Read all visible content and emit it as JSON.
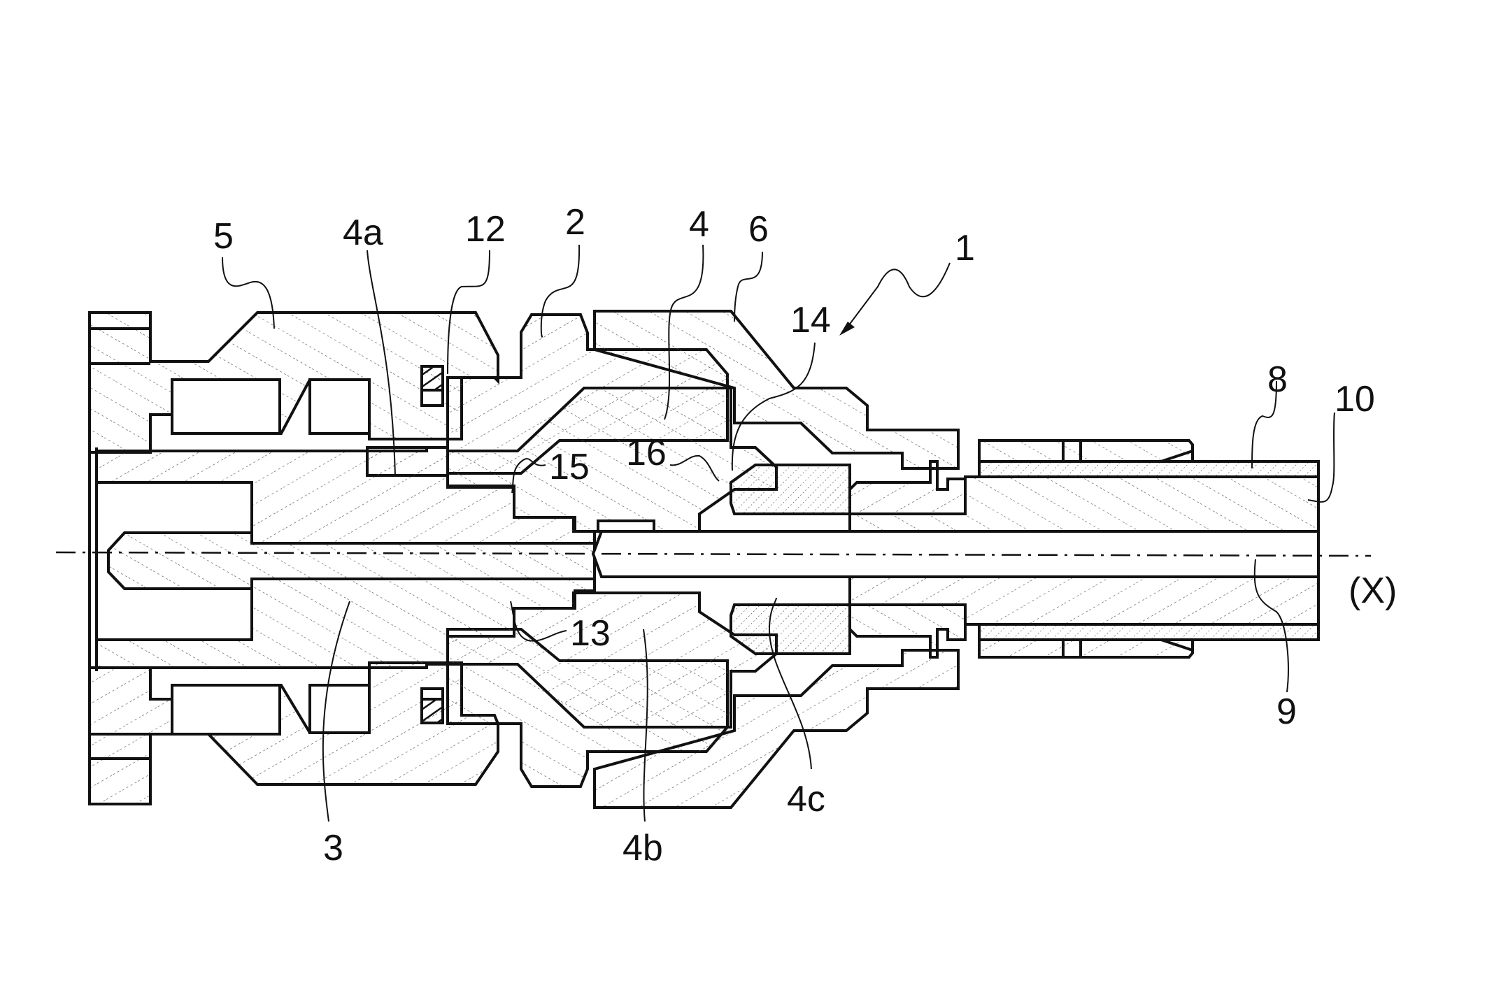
{
  "figure": {
    "type": "patent cross-section drawing",
    "axis_label": "(X)",
    "assembly_label": "1"
  },
  "labels": {
    "l1": "1",
    "l2": "2",
    "l3": "3",
    "l4": "4",
    "l4a": "4a",
    "l4b": "4b",
    "l4c": "4c",
    "l5": "5",
    "l6": "6",
    "l8": "8",
    "l9": "9",
    "l10": "10",
    "l12": "12",
    "l13": "13",
    "l14": "14",
    "l15": "15",
    "l16": "16",
    "lX": "(X)"
  },
  "colors": {
    "ink": "#111111",
    "paper": "#ffffff"
  }
}
